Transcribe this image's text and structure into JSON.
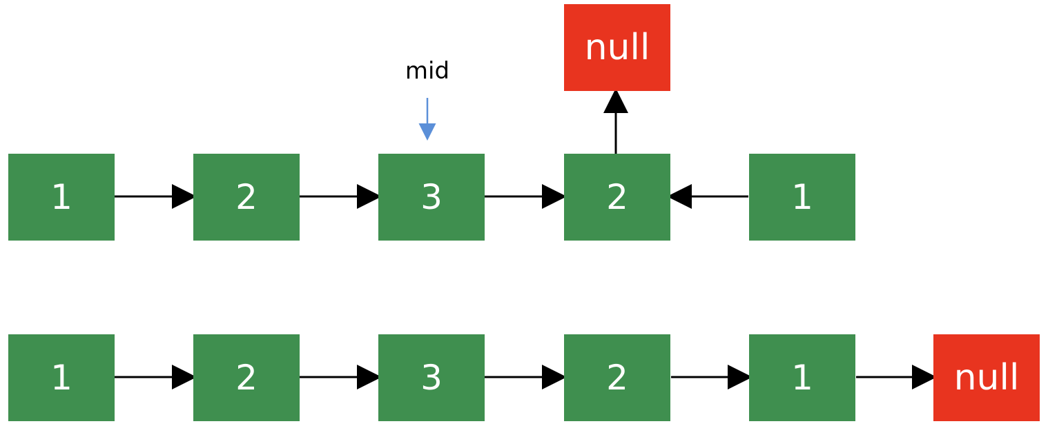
{
  "diagram": {
    "mid_label": "mid",
    "top_row": {
      "nodes": [
        {
          "label": "1",
          "type": "value"
        },
        {
          "label": "2",
          "type": "value"
        },
        {
          "label": "3",
          "type": "value"
        },
        {
          "label": "2",
          "type": "value"
        },
        {
          "label": "1",
          "type": "value"
        }
      ],
      "null_label": "null"
    },
    "bottom_row": {
      "nodes": [
        {
          "label": "1",
          "type": "value"
        },
        {
          "label": "2",
          "type": "value"
        },
        {
          "label": "3",
          "type": "value"
        },
        {
          "label": "2",
          "type": "value"
        },
        {
          "label": "1",
          "type": "value"
        }
      ],
      "null_label": "null"
    },
    "colors": {
      "node_fill": "#3f8f4f",
      "null_fill": "#e8341f",
      "node_text": "#ffffff",
      "arrow": "#000000",
      "mid_arrow": "#5b8fd8"
    }
  }
}
